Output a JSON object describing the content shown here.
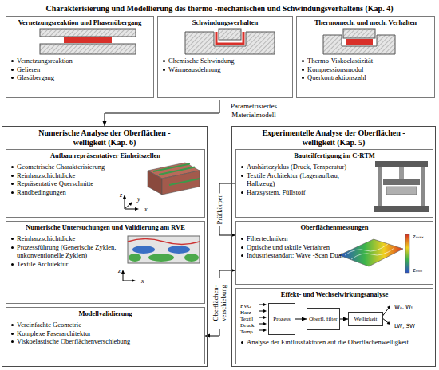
{
  "diagram": {
    "nodes": [
      {
        "text": [
          "Charakterisierung und Modellierung des thermo -mechanischen und Schwindungsverhaltens (Kap. 4)"
        ]
      },
      {
        "text": [
          "Vernetzungsreaktion und Phasenübergang",
          "Vernetzungsreaktion",
          "Gelieren",
          "Glasübergang"
        ],
        "in": 0
      },
      {
        "text": [
          "Schwindungsverhalten",
          "Chemische Schwindung",
          "Wärmeausdehnung"
        ],
        "in": 0
      },
      {
        "text": [
          "Thermomech. und mech. Verhalten",
          "Thermo-Viskoelastizität",
          "Kompressionsmodul",
          "Querkontraktionszahl"
        ],
        "in": 0
      },
      {
        "text": [
          "Numerische Analyse der Oberflächen - welligkeit (Kap. 6)"
        ]
      },
      {
        "text": [
          "Aufbau repräsentativer Einheitszellen",
          "Geometrische Charakterisierung",
          "Reinharzschichtdicke",
          "Repräsentative Querschnitte",
          "Randbedingungen"
        ],
        "in": 4
      },
      {
        "text": [
          "Numerische Untersuchungen und Validierung am RVE",
          "Reinharzschichtdicke",
          "Prozessführung (Generische Zyklen, unkonventionelle Zyklen)",
          "Textile Architektur"
        ],
        "in": 4
      },
      {
        "text": [
          "Modellvalidierung",
          "Vereinfachte Geometrie",
          "Komplexe Faserarchitektur",
          "Viskoelastische Oberflächenverschiebung"
        ],
        "in": 4
      },
      {
        "text": [
          "Experimentelle Analyse der Oberflächen - welligkeit (Kap. 5)"
        ]
      },
      {
        "text": [
          "Bauteilfertigung im C-RTM",
          "Aushärtezyklus (Druck, Temperatur)",
          "Textile Architektur (Lagenaufbau, Halbzeug)",
          "Harzsystem, Füllstoff"
        ],
        "in": 8
      },
      {
        "text": [
          "Oberflächenmessungen",
          "Filtertechniken",
          "Optische und taktile Verfahren",
          "Industriestandart: Wave -Scan Dual"
        ],
        "in": 8
      },
      {
        "text": [
          "Effekt- und Wechselwirkungsanalyse",
          "Analyse der Einflussfaktoren auf die Oberflächenwelligkeit"
        ],
        "in": 8
      },
      {
        "text": [
          "Prozess"
        ],
        "in": 11
      },
      {
        "text": [
          "Oberfl. filter"
        ],
        "in": 11
      },
      {
        "text": [
          "Welligkeit"
        ],
        "in": 11
      }
    ],
    "edges": [
      {
        "from": 0,
        "to": 4,
        "arrow": "to",
        "label": "Parametrisiertes Materialmodell"
      },
      {
        "from": 9,
        "to": 10,
        "arrow": "to",
        "label": "Prüfkörper"
      },
      {
        "from": 10,
        "to": 7,
        "arrow": "both",
        "label": "Oberflächen- verschiebung"
      },
      {
        "from": 12,
        "to": 13,
        "arrow": "to"
      },
      {
        "from": 13,
        "to": 14,
        "arrow": "to"
      }
    ],
    "labels": [
      "y",
      "z",
      "x",
      "z",
      "x",
      "zₘₐₓ",
      "zₘᵢₙ",
      "FVG",
      "Harz",
      "Textil",
      "Druck",
      "Temp.",
      "Wₐ, Wₜ",
      "LW, SW"
    ]
  }
}
